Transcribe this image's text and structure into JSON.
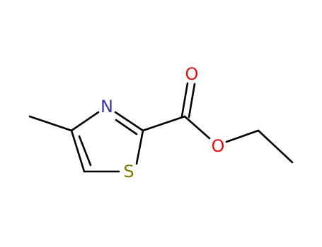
{
  "molecule": {
    "atoms": {
      "nitrogen": {
        "symbol": "N",
        "color": "#3a3aa0"
      },
      "sulfur": {
        "symbol": "S",
        "color": "#7a7a00"
      },
      "carbonyl_oxygen": {
        "symbol": "O",
        "color": "#e01010"
      },
      "ester_oxygen": {
        "symbol": "O",
        "color": "#e01010"
      }
    },
    "bond_color": "#000000"
  }
}
